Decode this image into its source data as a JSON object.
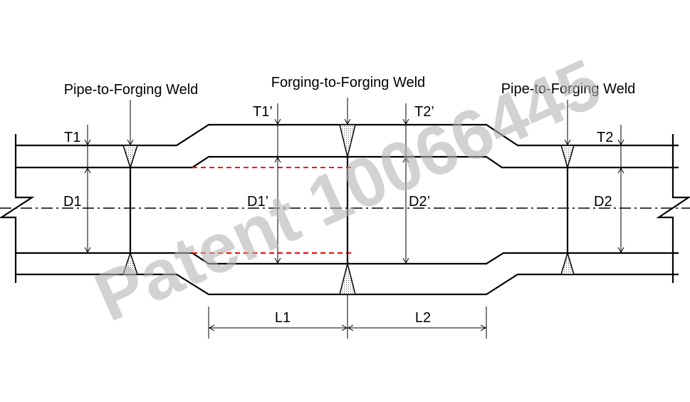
{
  "labels": {
    "left_weld": "Pipe-to-Forging Weld",
    "center_weld": "Forging-to-Forging Weld",
    "right_weld": "Pipe-to-Forging Weld",
    "t1": "T1",
    "d1": "D1",
    "t1_prime": "T1’",
    "d1_prime": "D1’",
    "t2_prime": "T2’",
    "d2_prime": "D2’",
    "t2": "T2",
    "d2": "D2",
    "l1": "L1",
    "l2": "L2"
  },
  "watermark": "Patent 10066445",
  "colors": {
    "line": "#000000",
    "bore_dashed": "#ff0000",
    "weld_fill": "#dddddd",
    "watermark": "#b4b4b4"
  }
}
